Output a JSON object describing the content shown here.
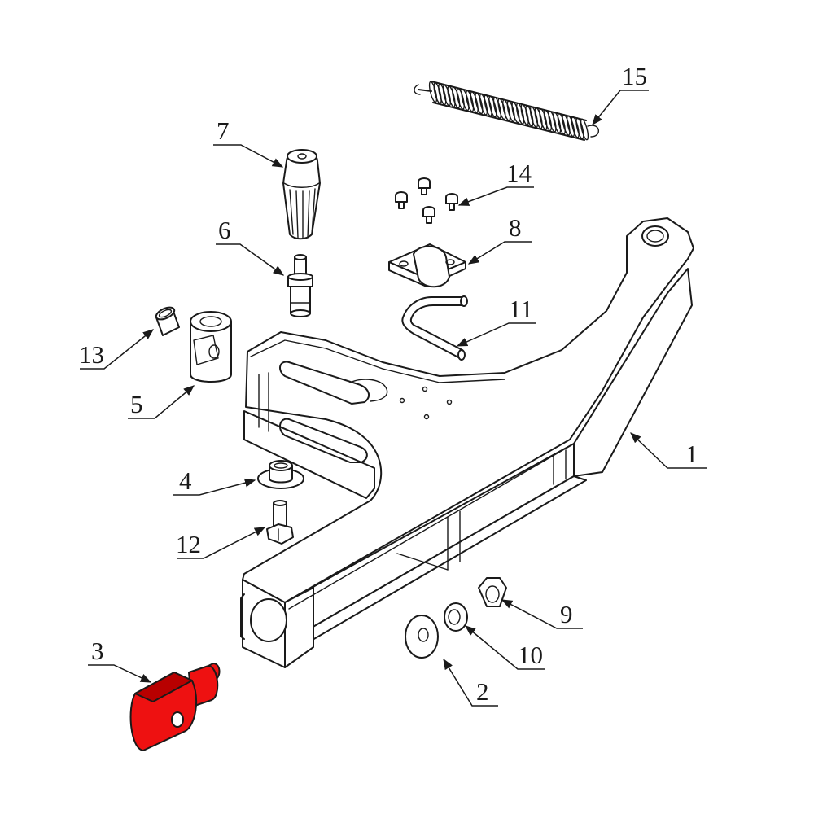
{
  "callouts": [
    {
      "id": "1",
      "label": "1"
    },
    {
      "id": "2",
      "label": "2"
    },
    {
      "id": "3",
      "label": "3"
    },
    {
      "id": "4",
      "label": "4"
    },
    {
      "id": "5",
      "label": "5"
    },
    {
      "id": "6",
      "label": "6"
    },
    {
      "id": "7",
      "label": "7"
    },
    {
      "id": "8",
      "label": "8"
    },
    {
      "id": "9",
      "label": "9"
    },
    {
      "id": "10",
      "label": "10"
    },
    {
      "id": "11",
      "label": "11"
    },
    {
      "id": "12",
      "label": "12"
    },
    {
      "id": "13",
      "label": "13"
    },
    {
      "id": "14",
      "label": "14"
    },
    {
      "id": "15",
      "label": "15"
    }
  ],
  "highlighted_part": "3",
  "colors": {
    "highlight": "#ee1111",
    "line": "#1a1a1a",
    "background": "#ffffff"
  }
}
